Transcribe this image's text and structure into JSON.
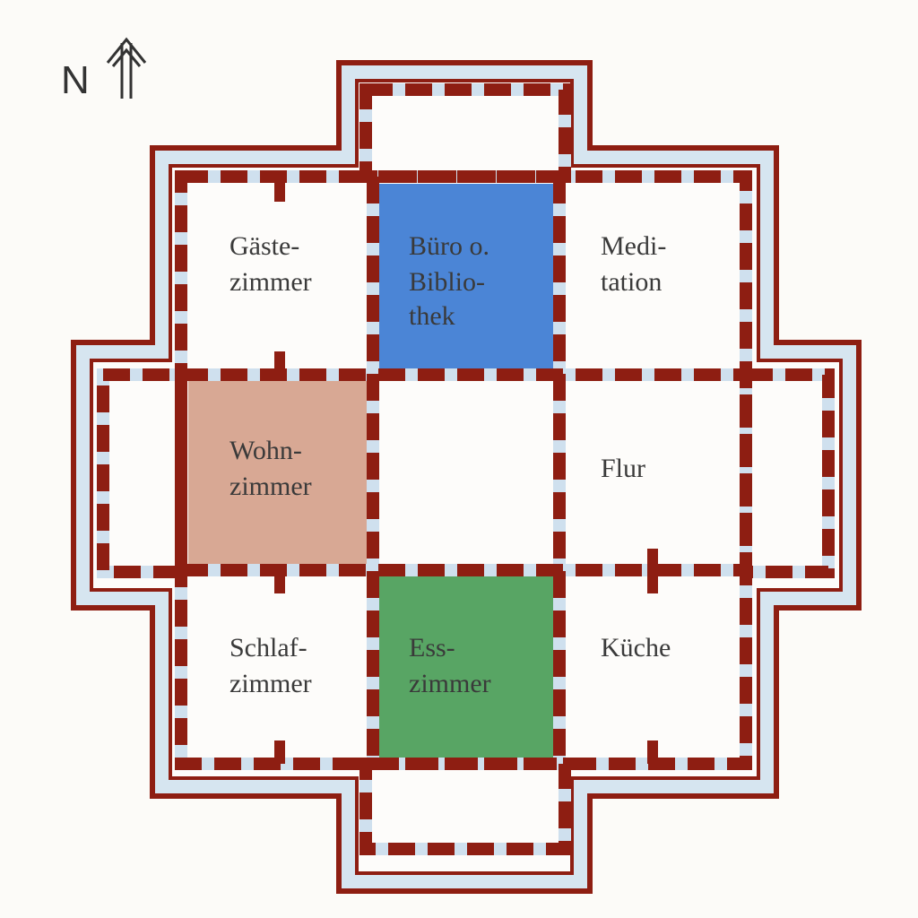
{
  "compass": {
    "label": "N",
    "icon": "double-arrow-up-icon"
  },
  "colors": {
    "wall": "#8e1e12",
    "gap": "#cfe0ee",
    "office": "#4b85d6",
    "living": "#d8a894",
    "dining": "#58a564",
    "room": "#fdfcfa"
  },
  "rooms": {
    "guest": [
      "Gäste-",
      "zimmer"
    ],
    "office": [
      "Büro o.",
      "Biblio-",
      "thek"
    ],
    "meditation": [
      "Medi-",
      "tation"
    ],
    "living": [
      "Wohn-",
      "zimmer"
    ],
    "hall": [
      "Flur"
    ],
    "bedroom": [
      "Schlaf-",
      "zimmer"
    ],
    "dining": [
      "Ess-",
      "zimmer"
    ],
    "kitchen": [
      "Küche"
    ]
  }
}
